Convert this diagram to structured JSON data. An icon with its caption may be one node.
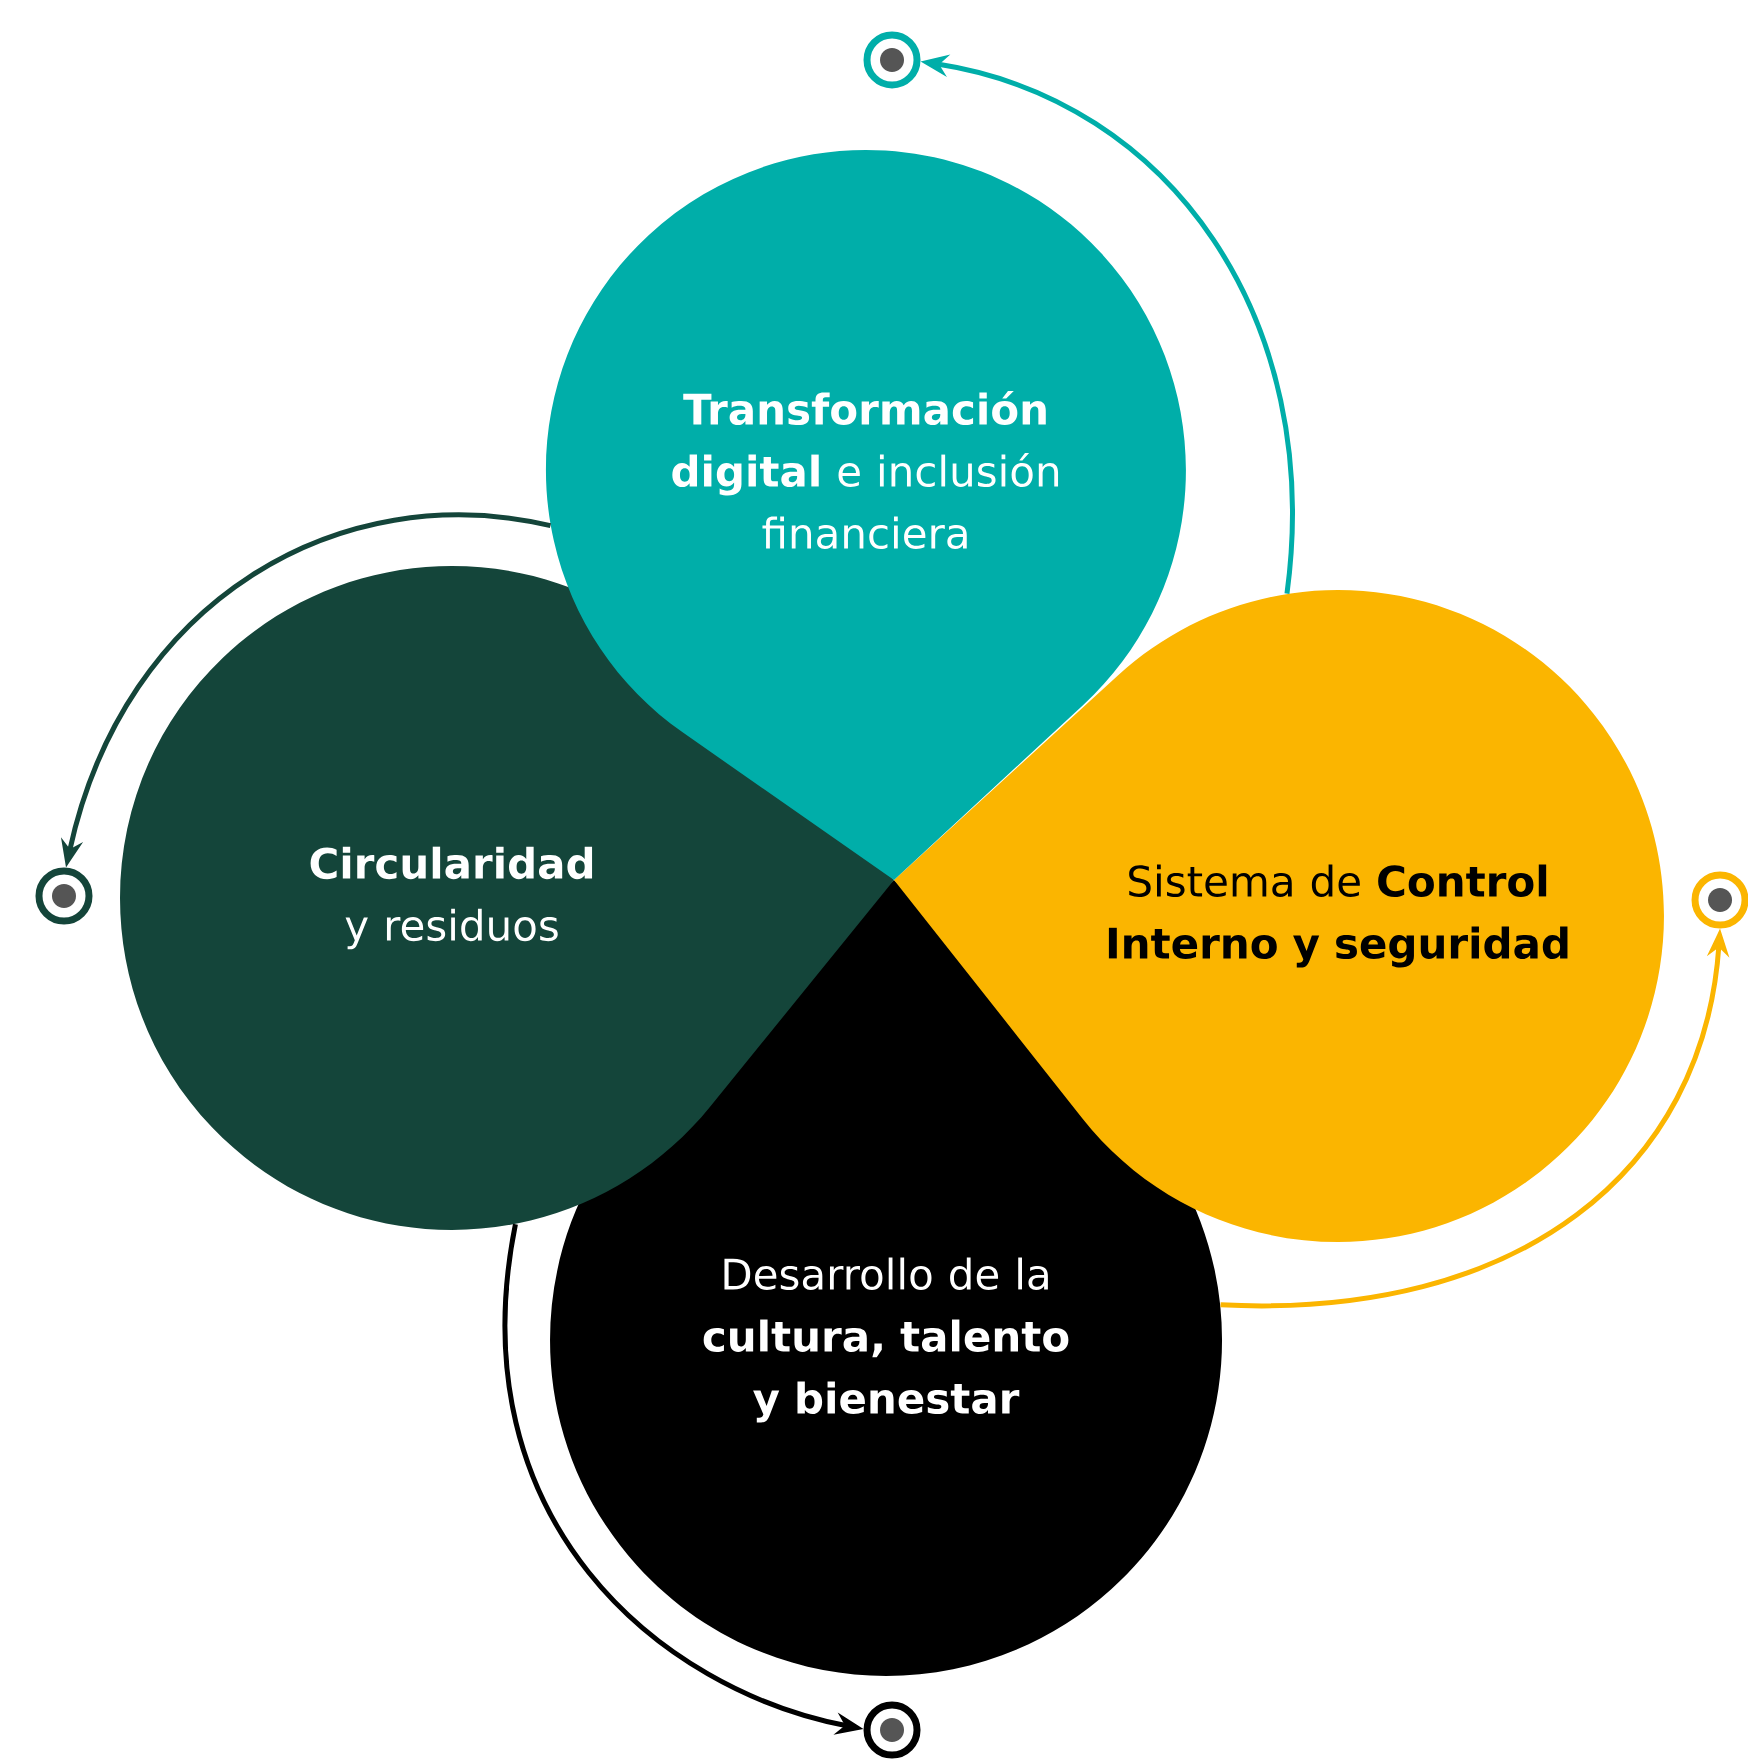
{
  "diagram": {
    "nodes": [
      {
        "text": [
          "**Transformación digital** e inclusión financiera"
        ]
      },
      {
        "text": [
          "**Circularidad** y residuos"
        ]
      },
      {
        "text": [
          "Sistema de **Control Interno y seguridad**"
        ]
      },
      {
        "text": [
          "Desarrollo de la **cultura, talento y bienestar**"
        ]
      },
      {
        "text": [],
        "shape": "circle"
      },
      {
        "text": [],
        "shape": "circle"
      },
      {
        "text": [],
        "shape": "circle"
      },
      {
        "text": [],
        "shape": "circle"
      }
    ],
    "edges": [
      {
        "from": 2,
        "to": 4,
        "arrow": "to",
        "color": "#00aea9"
      },
      {
        "from": 0,
        "to": 5,
        "arrow": "to",
        "color": "#14453a"
      },
      {
        "from": 3,
        "to": 6,
        "arrow": "to",
        "color": "#fbb500"
      },
      {
        "from": 1,
        "to": 7,
        "arrow": "to",
        "color": "#000000"
      }
    ]
  }
}
